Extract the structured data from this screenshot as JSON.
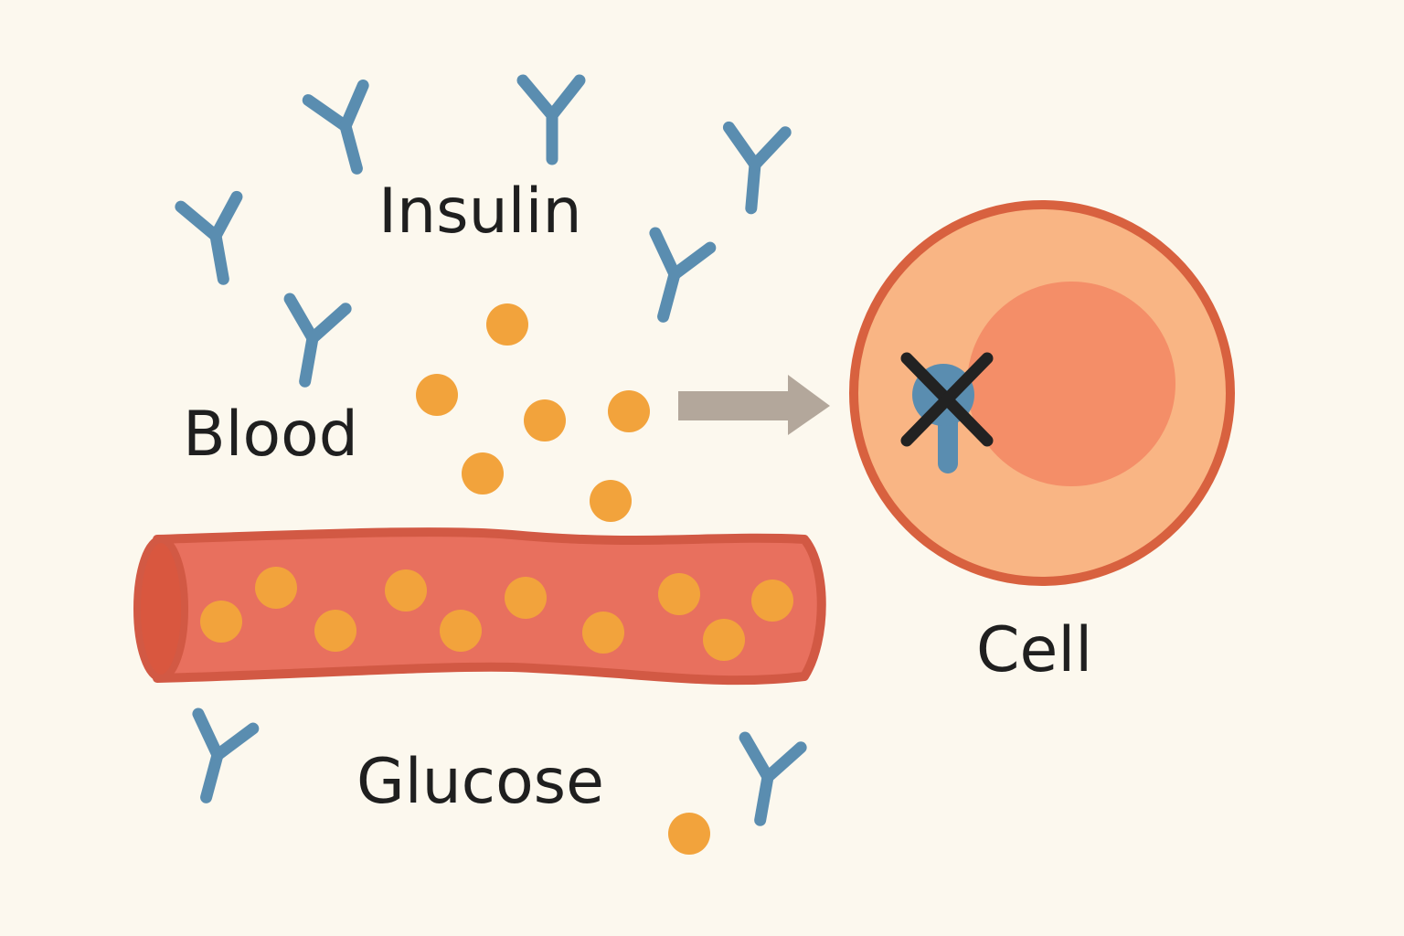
{
  "labels": {
    "insulin": "Insulin",
    "blood": "Blood",
    "glucose": "Glucose",
    "cell": "Cell"
  },
  "colors": {
    "background": "#FCF8EE",
    "insulin": "#5A8DB0",
    "glucose": "#F2A33C",
    "vessel_fill": "#E8705E",
    "vessel_outline": "#D25944",
    "cell_membrane": "#D8613F",
    "cell_cytoplasm": "#F9B584",
    "cell_nucleus": "#F48E68",
    "receptor": "#5A8DB0",
    "block_mark": "#222222",
    "arrow": "#B3A79B",
    "text": "#1F1F1F"
  },
  "icons": {
    "insulin": "y-shaped-antibody",
    "glucose": "dot",
    "blocked": "x-mark"
  }
}
